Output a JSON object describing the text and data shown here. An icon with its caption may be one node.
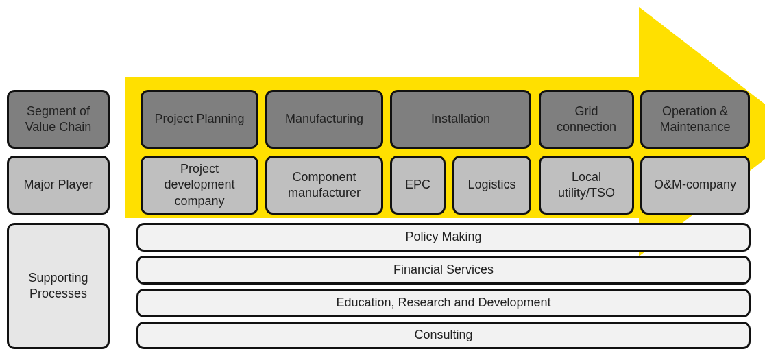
{
  "diagram": {
    "nodes": [
      {
        "text": [
          "Segment of Value Chain"
        ]
      },
      {
        "text": [
          "Project Planning"
        ]
      },
      {
        "text": [
          "Manufacturing"
        ]
      },
      {
        "text": [
          "Installation"
        ]
      },
      {
        "text": [
          "Grid connection"
        ]
      },
      {
        "text": [
          "Operation & Maintenance"
        ]
      },
      {
        "text": [
          "Major Player"
        ]
      },
      {
        "text": [
          "Project development company"
        ]
      },
      {
        "text": [
          "Component manufacturer"
        ]
      },
      {
        "text": [
          "EPC"
        ]
      },
      {
        "text": [
          "Logistics"
        ]
      },
      {
        "text": [
          "Local utility/TSO"
        ]
      },
      {
        "text": [
          "O&M-company"
        ]
      },
      {
        "text": [
          "Supporting Processes"
        ]
      },
      {
        "text": [
          "Policy Making"
        ]
      },
      {
        "text": [
          "Financial Services"
        ]
      },
      {
        "text": [
          "Education, Research and Development"
        ]
      },
      {
        "text": [
          "Consulting"
        ]
      }
    ],
    "edges": []
  }
}
